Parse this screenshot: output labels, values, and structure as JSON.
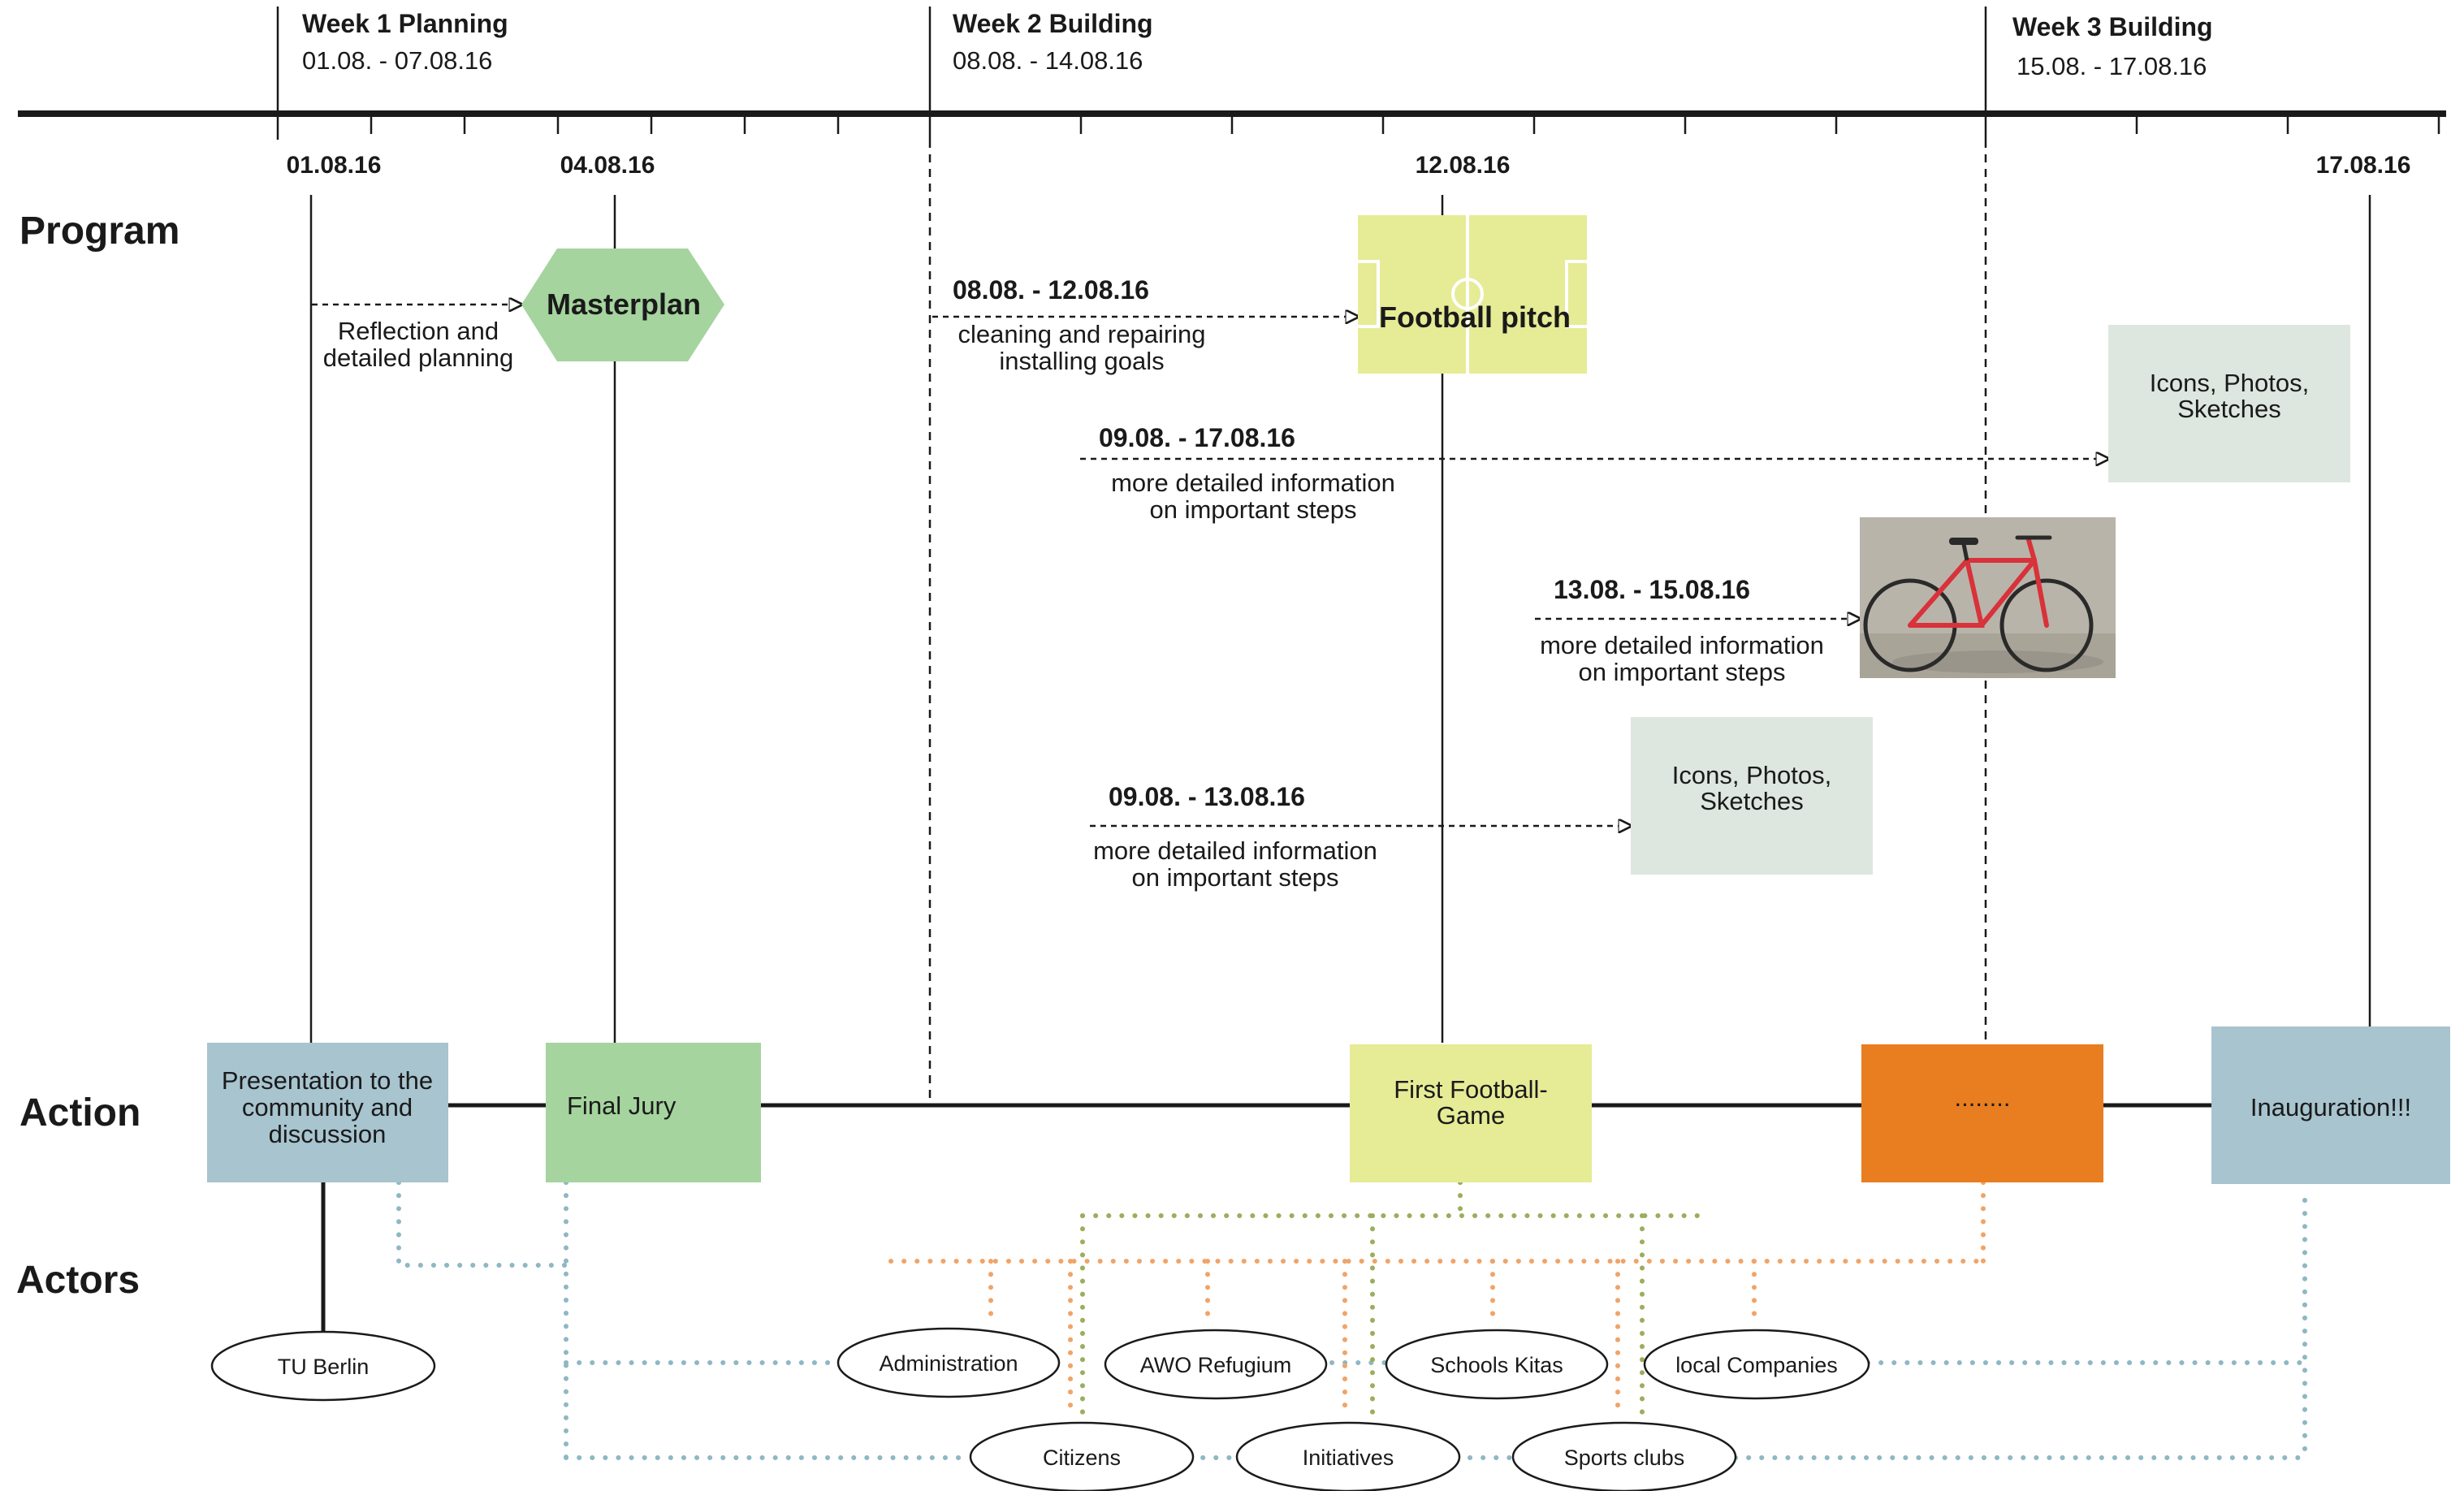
{
  "weeks": [
    {
      "title": "Week 1  Planning",
      "range": "01.08. - 07.08.16"
    },
    {
      "title": "Week 2  Building",
      "range": "08.08. - 14.08.16"
    },
    {
      "title": "Week 3  Building",
      "range": "15.08. - 17.08.16"
    }
  ],
  "dates": {
    "d1": "01.08.16",
    "d4": "04.08.16",
    "d12": "12.08.16",
    "d17": "17.08.16"
  },
  "sections": {
    "program": "Program",
    "action": "Action",
    "actors": "Actors"
  },
  "program": {
    "reflection": {
      "line1": "Reflection and",
      "line2": "detailed planning"
    },
    "masterplan": "Masterplan",
    "pitch_task": {
      "range": "08.08. - 12.08.16",
      "line1": "cleaning and repairing",
      "line2": "installing goals"
    },
    "football_pitch": "Football pitch",
    "task_a": {
      "range": "09.08. - 17.08.16",
      "line1": "more detailed information",
      "line2": "on important steps"
    },
    "media_a": {
      "line1": "Icons, Photos,",
      "line2": "Sketches"
    },
    "task_b": {
      "range": "13.08. - 15.08.16",
      "line1": "more detailed information",
      "line2": "on important steps"
    },
    "task_c": {
      "range": "09.08. - 13.08.16",
      "line1": "more detailed information",
      "line2": "on important steps"
    },
    "media_c": {
      "line1": "Icons, Photos,",
      "line2": "Sketches"
    }
  },
  "actions": {
    "presentation": {
      "line1": "Presentation to the",
      "line2": "community and",
      "line3": "discussion"
    },
    "final_jury": "Final Jury",
    "first_game": {
      "line1": "First Football-",
      "line2": "Game"
    },
    "ellipsis": "........",
    "inauguration": "Inauguration!!!"
  },
  "actors": {
    "tu_berlin": "TU Berlin",
    "administration": "Administration",
    "awo": "AWO Refugium",
    "schools": "Schools Kitas",
    "companies": "local Companies",
    "citizens": "Citizens",
    "initiatives": "Initiatives",
    "sports": "Sports clubs"
  },
  "colors": {
    "blue_gray": "#a7c4cf",
    "green": "#a5d49e",
    "yellow": "#e6eb96",
    "orange": "#e87e1f",
    "light_gray": "#dde6df",
    "dot_blue": "#8fb7c4",
    "dot_orange": "#f0a468",
    "dot_olive": "#9aae5e"
  }
}
